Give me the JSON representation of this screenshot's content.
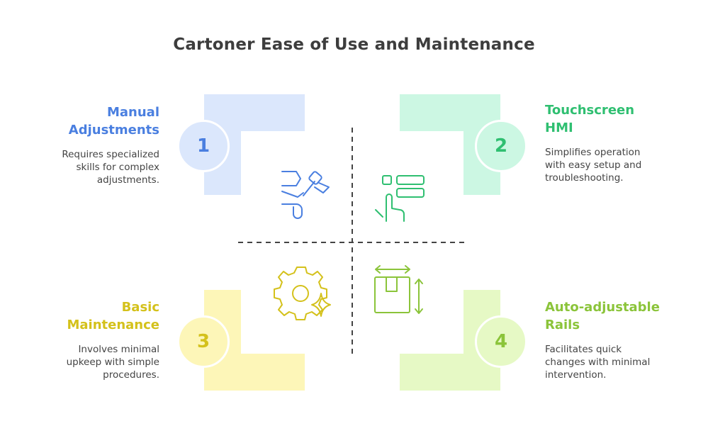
{
  "title": "Cartoner Ease of Use and Maintenance",
  "quadrants": [
    {
      "number": "1",
      "heading_line1": "Manual",
      "heading_line2": "Adjustments",
      "desc_line1": "Requires specialized",
      "desc_line2": "skills for complex",
      "desc_line3": "adjustments.",
      "color": "#4a7fe0",
      "fill": "#dbe7fc",
      "icon": "wrench-hand-icon"
    },
    {
      "number": "2",
      "heading_line1": "Touchscreen",
      "heading_line2": "HMI",
      "desc_line1": "Simplifies operation",
      "desc_line2": "with easy setup and",
      "desc_line3": "troubleshooting.",
      "color": "#2fbf71",
      "fill": "#ccf7e3",
      "icon": "touch-menu-icon"
    },
    {
      "number": "3",
      "heading_line1": "Basic",
      "heading_line2": "Maintenance",
      "desc_line1": "Involves minimal",
      "desc_line2": "upkeep with simple",
      "desc_line3": "procedures.",
      "color": "#d4c11b",
      "fill": "#fdf6b8",
      "icon": "gear-sparkle-icon"
    },
    {
      "number": "4",
      "heading_line1": "Auto-adjustable",
      "heading_line2": "Rails",
      "desc_line1": "Facilitates quick",
      "desc_line2": "changes with minimal",
      "desc_line3": "intervention.",
      "color": "#8bc43a",
      "fill": "#e6f9c5",
      "icon": "box-dimension-icon"
    }
  ]
}
